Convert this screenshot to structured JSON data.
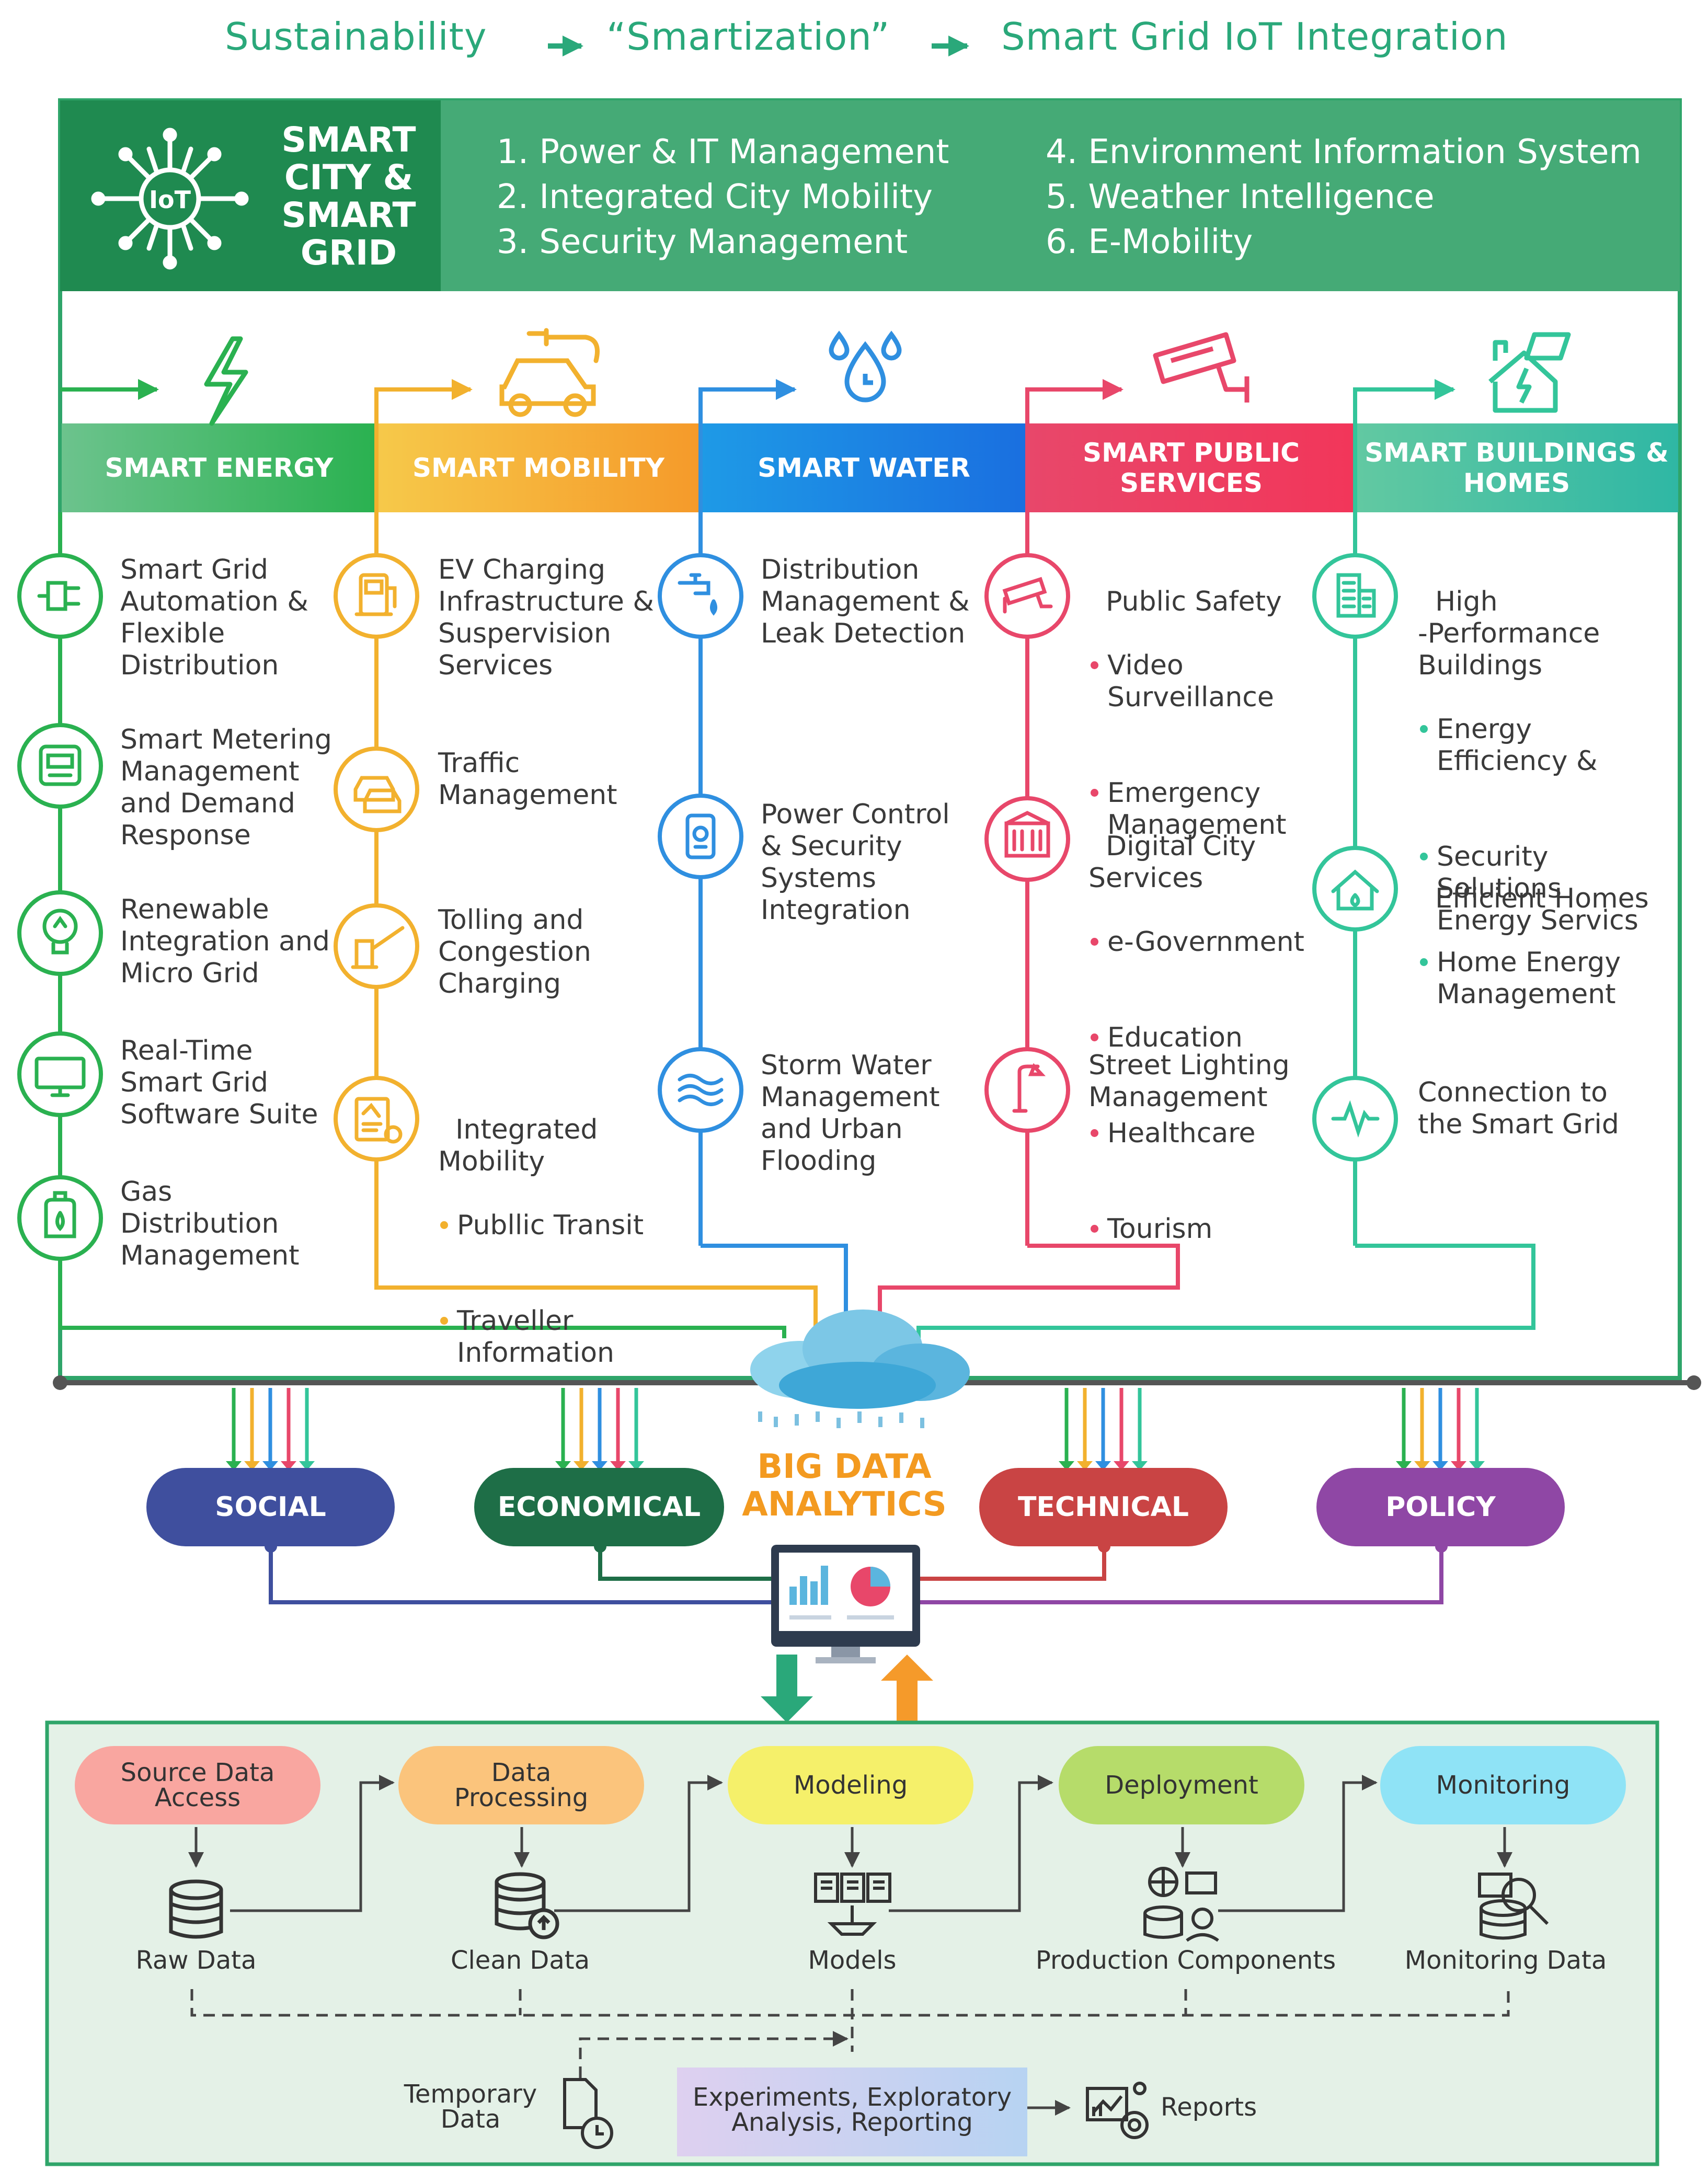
{
  "top_flow": {
    "step1": "Sustainability",
    "step2": "“Smartization”",
    "step3": "Smart Grid IoT Integration"
  },
  "banner": {
    "icon_text": "IoT",
    "title": "SMART CITY & SMART GRID",
    "list_left": [
      "1. Power & IT Management",
      "2. Integrated City Mobility",
      "3. Security Management"
    ],
    "list_right": [
      "4. Environment Information System",
      "5. Weather Intelligence",
      "6. E-Mobility"
    ]
  },
  "colors": {
    "energy": "#2ab150",
    "mobility": "#f2b12e",
    "water": "#2f8fe0",
    "public": "#e8476a",
    "buildings": "#33c59a",
    "social": "#3f4f9e",
    "economical": "#1e6e47",
    "technical": "#c94444",
    "policy": "#8f47a5",
    "banner_dark": "#1f8a50",
    "banner_light": "#45aa76"
  },
  "columns": [
    {
      "header": "SMART ENERGY",
      "icon": "lightning-bolt-icon",
      "items": [
        {
          "icon": "power-plug-icon",
          "text": "Smart Grid\nAutomation &\nFlexible\nDistribution",
          "bullets": []
        },
        {
          "icon": "smart-meter-icon",
          "text": "Smart Metering\nManagement\nand Demand\nResponse",
          "bullets": []
        },
        {
          "icon": "renewable-bulb-icon",
          "text": "Renewable\nIntegration and\nMicro Grid",
          "bullets": []
        },
        {
          "icon": "monitor-icon",
          "text": "Real-Time\nSmart Grid\nSoftware Suite",
          "bullets": []
        },
        {
          "icon": "gas-cylinder-icon",
          "text": "Gas\nDistribution\nManagement",
          "bullets": []
        }
      ]
    },
    {
      "header": "SMART MOBILITY",
      "icon": "electric-car-icon",
      "items": [
        {
          "icon": "ev-charger-icon",
          "text": "EV Charging\nInfrastructure &\nSuspervision\nServices",
          "bullets": []
        },
        {
          "icon": "traffic-cars-icon",
          "text": "Traffic\nManagement",
          "bullets": []
        },
        {
          "icon": "toll-gate-icon",
          "text": "Tolling and\nCongestion\nCharging",
          "bullets": []
        },
        {
          "icon": "transit-map-icon",
          "text": "Integrated\nMobility",
          "bullets": [
            "Publlic Transit",
            "Traveller\nInformation"
          ]
        }
      ]
    },
    {
      "header": "SMART WATER",
      "icon": "water-drops-icon",
      "items": [
        {
          "icon": "water-tap-icon",
          "text": "Distribution\nManagement &\nLeak Detection",
          "bullets": []
        },
        {
          "icon": "control-device-icon",
          "text": "Power Control\n& Security\nSystems\nIntegration",
          "bullets": []
        },
        {
          "icon": "water-waves-icon",
          "text": "Storm Water\nManagement\nand Urban\nFlooding",
          "bullets": []
        }
      ]
    },
    {
      "header": "SMART PUBLIC\nSERVICES",
      "icon": "security-camera-icon",
      "items": [
        {
          "icon": "cctv-icon",
          "text": "Public Safety",
          "bullets": [
            "Video\nSurveillance",
            "Emergency\nManagement"
          ]
        },
        {
          "icon": "city-building-icon",
          "text": "Digital City\nServices",
          "bullets": [
            "e-Government",
            "Education",
            "Healthcare",
            "Tourism"
          ]
        },
        {
          "icon": "street-lamp-icon",
          "text": "Street Lighting\nManagement",
          "bullets": []
        }
      ]
    },
    {
      "header": "SMART BUILDINGS &\nHOMES",
      "icon": "solar-house-icon",
      "items": [
        {
          "icon": "office-building-icon",
          "text": "High\n-Performance\nBuildings",
          "bullets": [
            "Energy\nEfficiency &",
            "Security\nSolutions\nEnergy Servics"
          ]
        },
        {
          "icon": "home-icon",
          "text": "Efficient Homes",
          "bullets": [
            "Home Energy\nManagement"
          ]
        },
        {
          "icon": "pulse-icon",
          "text": "Connection to\nthe Smart Grid",
          "bullets": []
        }
      ]
    }
  ],
  "analytics": {
    "title": "BIG DATA\nANALYTICS",
    "pillars": [
      "SOCIAL",
      "ECONOMICAL",
      "TECHNICAL",
      "POLICY"
    ]
  },
  "pipeline": {
    "steps": [
      {
        "label": "Source Data\nAccess",
        "output": "Raw Data",
        "color": "#f9a6a0"
      },
      {
        "label": "Data\nProcessing",
        "output": "Clean Data",
        "color": "#fbc47c"
      },
      {
        "label": "Modeling",
        "output": "Models",
        "color": "#f5f06a"
      },
      {
        "label": "Deployment",
        "output": "Production Components",
        "color": "#b6dc6a"
      },
      {
        "label": "Monitoring",
        "output": "Monitoring Data",
        "color": "#8fe3f6"
      }
    ],
    "temporary": "Temporary\nData",
    "experiments": "Experiments, Exploratory\nAnalysis, Reporting",
    "reports": "Reports"
  }
}
